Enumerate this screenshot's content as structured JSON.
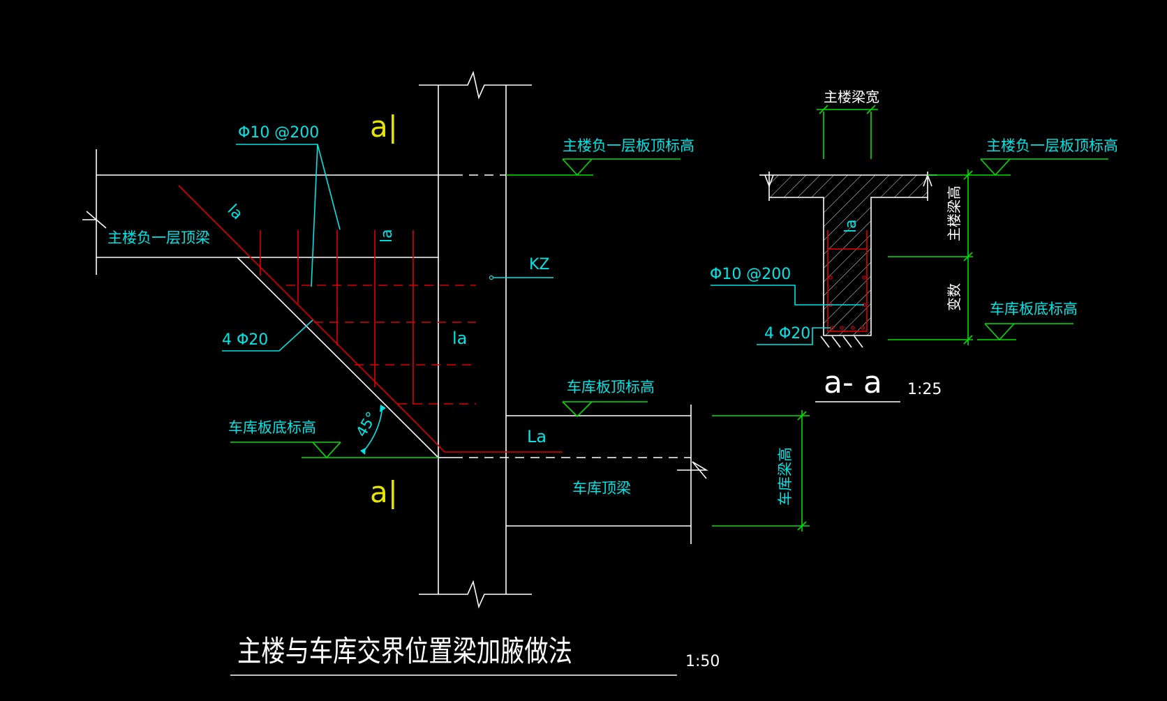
{
  "title": {
    "text": "主楼与车库交界位置梁加腋做法",
    "scale": "1:50"
  },
  "main_view": {
    "section_mark_top": "a|",
    "section_mark_bottom": "a|",
    "rebar_stirrup": "Φ10 @200",
    "rebar_main": "4 Φ20",
    "beam_main": "主楼负一层顶梁",
    "column": "KZ",
    "elev_main_top": "主楼负一层板顶标高",
    "elev_garage_top": "车库板顶标高",
    "elev_garage_bottom": "车库板底标高",
    "beam_garage": "车库顶梁",
    "dim_garage_beam_height": "车库梁高",
    "anchor_la_diag": "la",
    "anchor_la_vert": "la",
    "anchor_la_mid": "la",
    "anchor_la_bottom": "La",
    "angle": "45°"
  },
  "section_view": {
    "title": "a- a",
    "scale": "1:25",
    "beam_width": "主楼梁宽",
    "elev_main_top": "主楼负一层板顶标高",
    "elev_garage_bottom": "车库板底标高",
    "dim_main_beam_height": "主楼梁高",
    "dim_variable": "变数",
    "rebar_stirrup": "Φ10 @200",
    "rebar_main": "4 Φ20",
    "anchor_la": "la"
  },
  "colors": {
    "background": "#000000",
    "outline": "#ffffff",
    "annotation": "#00e5e5",
    "dimension": "#00e000",
    "rebar": "#e00000",
    "section_letter": "#e6e600"
  }
}
